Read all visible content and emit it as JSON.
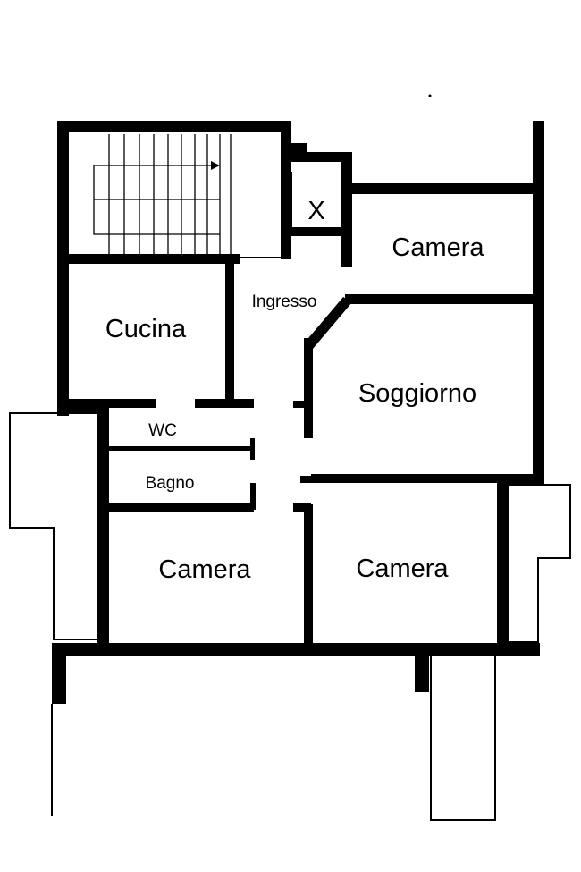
{
  "rooms": {
    "camera_top_right": "Camera",
    "ingresso": "Ingresso",
    "cucina": "Cucina",
    "soggiorno": "Soggiorno",
    "wc": "WC",
    "bagno": "Bagno",
    "camera_bottom_left": "Camera",
    "camera_bottom_right": "Camera"
  },
  "symbols": {
    "shaft_mark": "X"
  },
  "colors": {
    "wall": "#000000",
    "background": "#ffffff"
  }
}
